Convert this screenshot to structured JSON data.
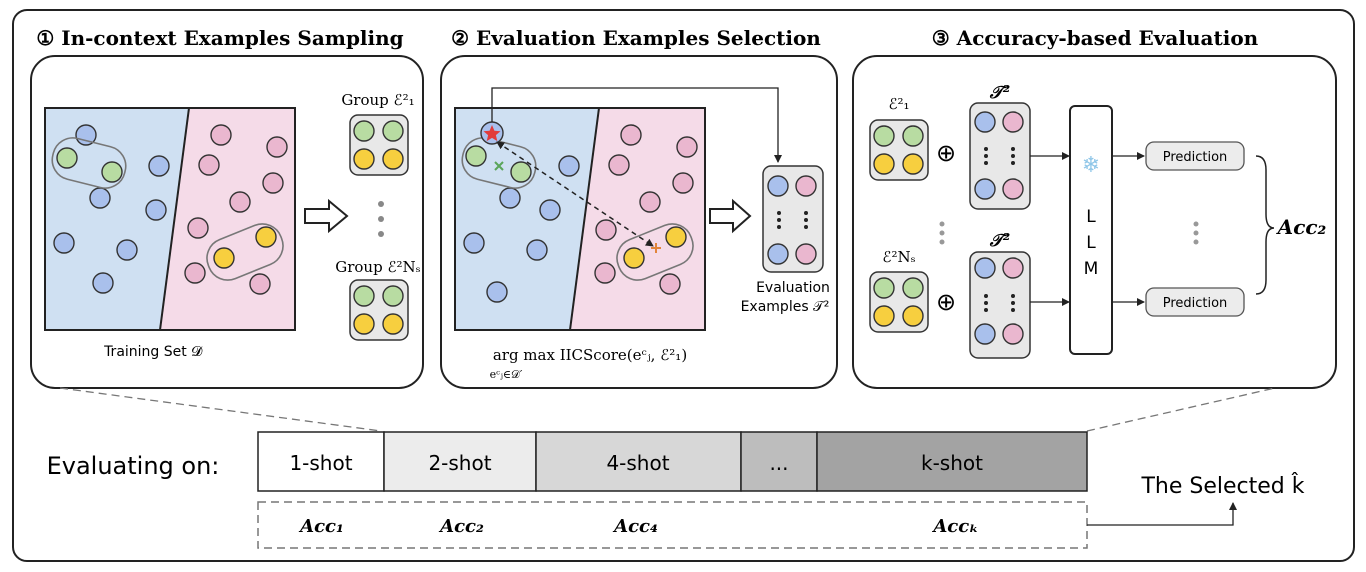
{
  "panels": {
    "sampling": {
      "title": "① In-context Examples Sampling",
      "group_first": "Group ℰ²₁",
      "group_last": "Group ℰ²Nₛ",
      "training_set": "Training Set 𝓓"
    },
    "selection": {
      "title": "② Evaluation Examples Selection",
      "eval_label_line1": "Evaluation",
      "eval_label_line2": "Examples 𝒯²",
      "formula_main": "arg max  IICScore(eᶜⱼ, ℰ²₁)",
      "formula_sub": "eᶜⱼ∈𝒟′"
    },
    "evaluation": {
      "title": "③ Accuracy-based Evaluation",
      "e1_label": "ℰ²₁",
      "ens_label": "ℰ²Nₛ",
      "t2_label": "𝒯²",
      "oplus": "⊕",
      "llm": [
        "L",
        "L",
        "M"
      ],
      "prediction": "Prediction",
      "acc": "Acc₂",
      "snowflake": "❄"
    }
  },
  "bottom": {
    "evaluating_label": "Evaluating on:",
    "shots": [
      "1-shot",
      "2-shot",
      "4-shot",
      "...",
      "k-shot"
    ],
    "accs": [
      "Acc₁",
      "Acc₂",
      "Acc₄",
      "Accₖ"
    ],
    "selected": "The Selected k̂"
  },
  "colors": {
    "blue_region": "#cfe0f2",
    "pink_region": "#f5dbe8",
    "blue_dot": "#a9c0ec",
    "pink_dot": "#eab7cf",
    "green_dot": "#b8dca2",
    "yellow_dot": "#f7cf3f",
    "star": "#e23b3b",
    "green_cross": "#5aa55a",
    "orange_cross": "#e2853a",
    "shot1": "#ffffff",
    "shot2": "#ececec",
    "shot4": "#d7d7d7",
    "shot_dots": "#bdbdbd",
    "shotk": "#a3a3a3"
  },
  "icons": [
    "star-icon",
    "snowflake-icon",
    "arrow-right-icon",
    "oplus-icon",
    "brace-icon"
  ]
}
